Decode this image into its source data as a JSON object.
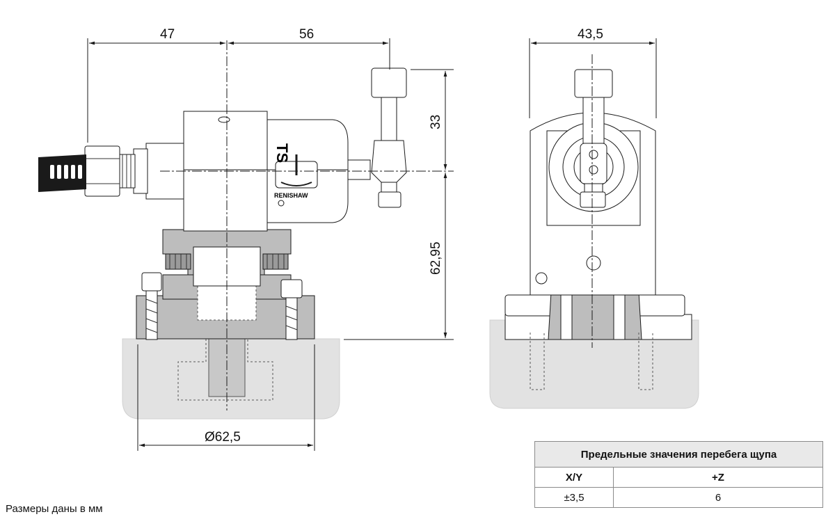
{
  "dimensions": {
    "left_width_1": "47",
    "left_width_2": "56",
    "right_width": "43,5",
    "height_upper": "33",
    "height_lower": "62,95",
    "base_diameter": "Ø62,5"
  },
  "product": {
    "brand_label": "RENISHAW",
    "model_label": "TS"
  },
  "overtravel_table": {
    "title": "Предельные значения перебега щупа",
    "columns": [
      "X/Y",
      "+Z"
    ],
    "row": [
      "±3,5",
      "6"
    ]
  },
  "caption": "Размеры даны в мм",
  "colors": {
    "line": "#1a1a1a",
    "part_gray": "#bdbdbd",
    "base_gray": "#e2e2e2",
    "table_header_bg": "#e9e9e9"
  }
}
